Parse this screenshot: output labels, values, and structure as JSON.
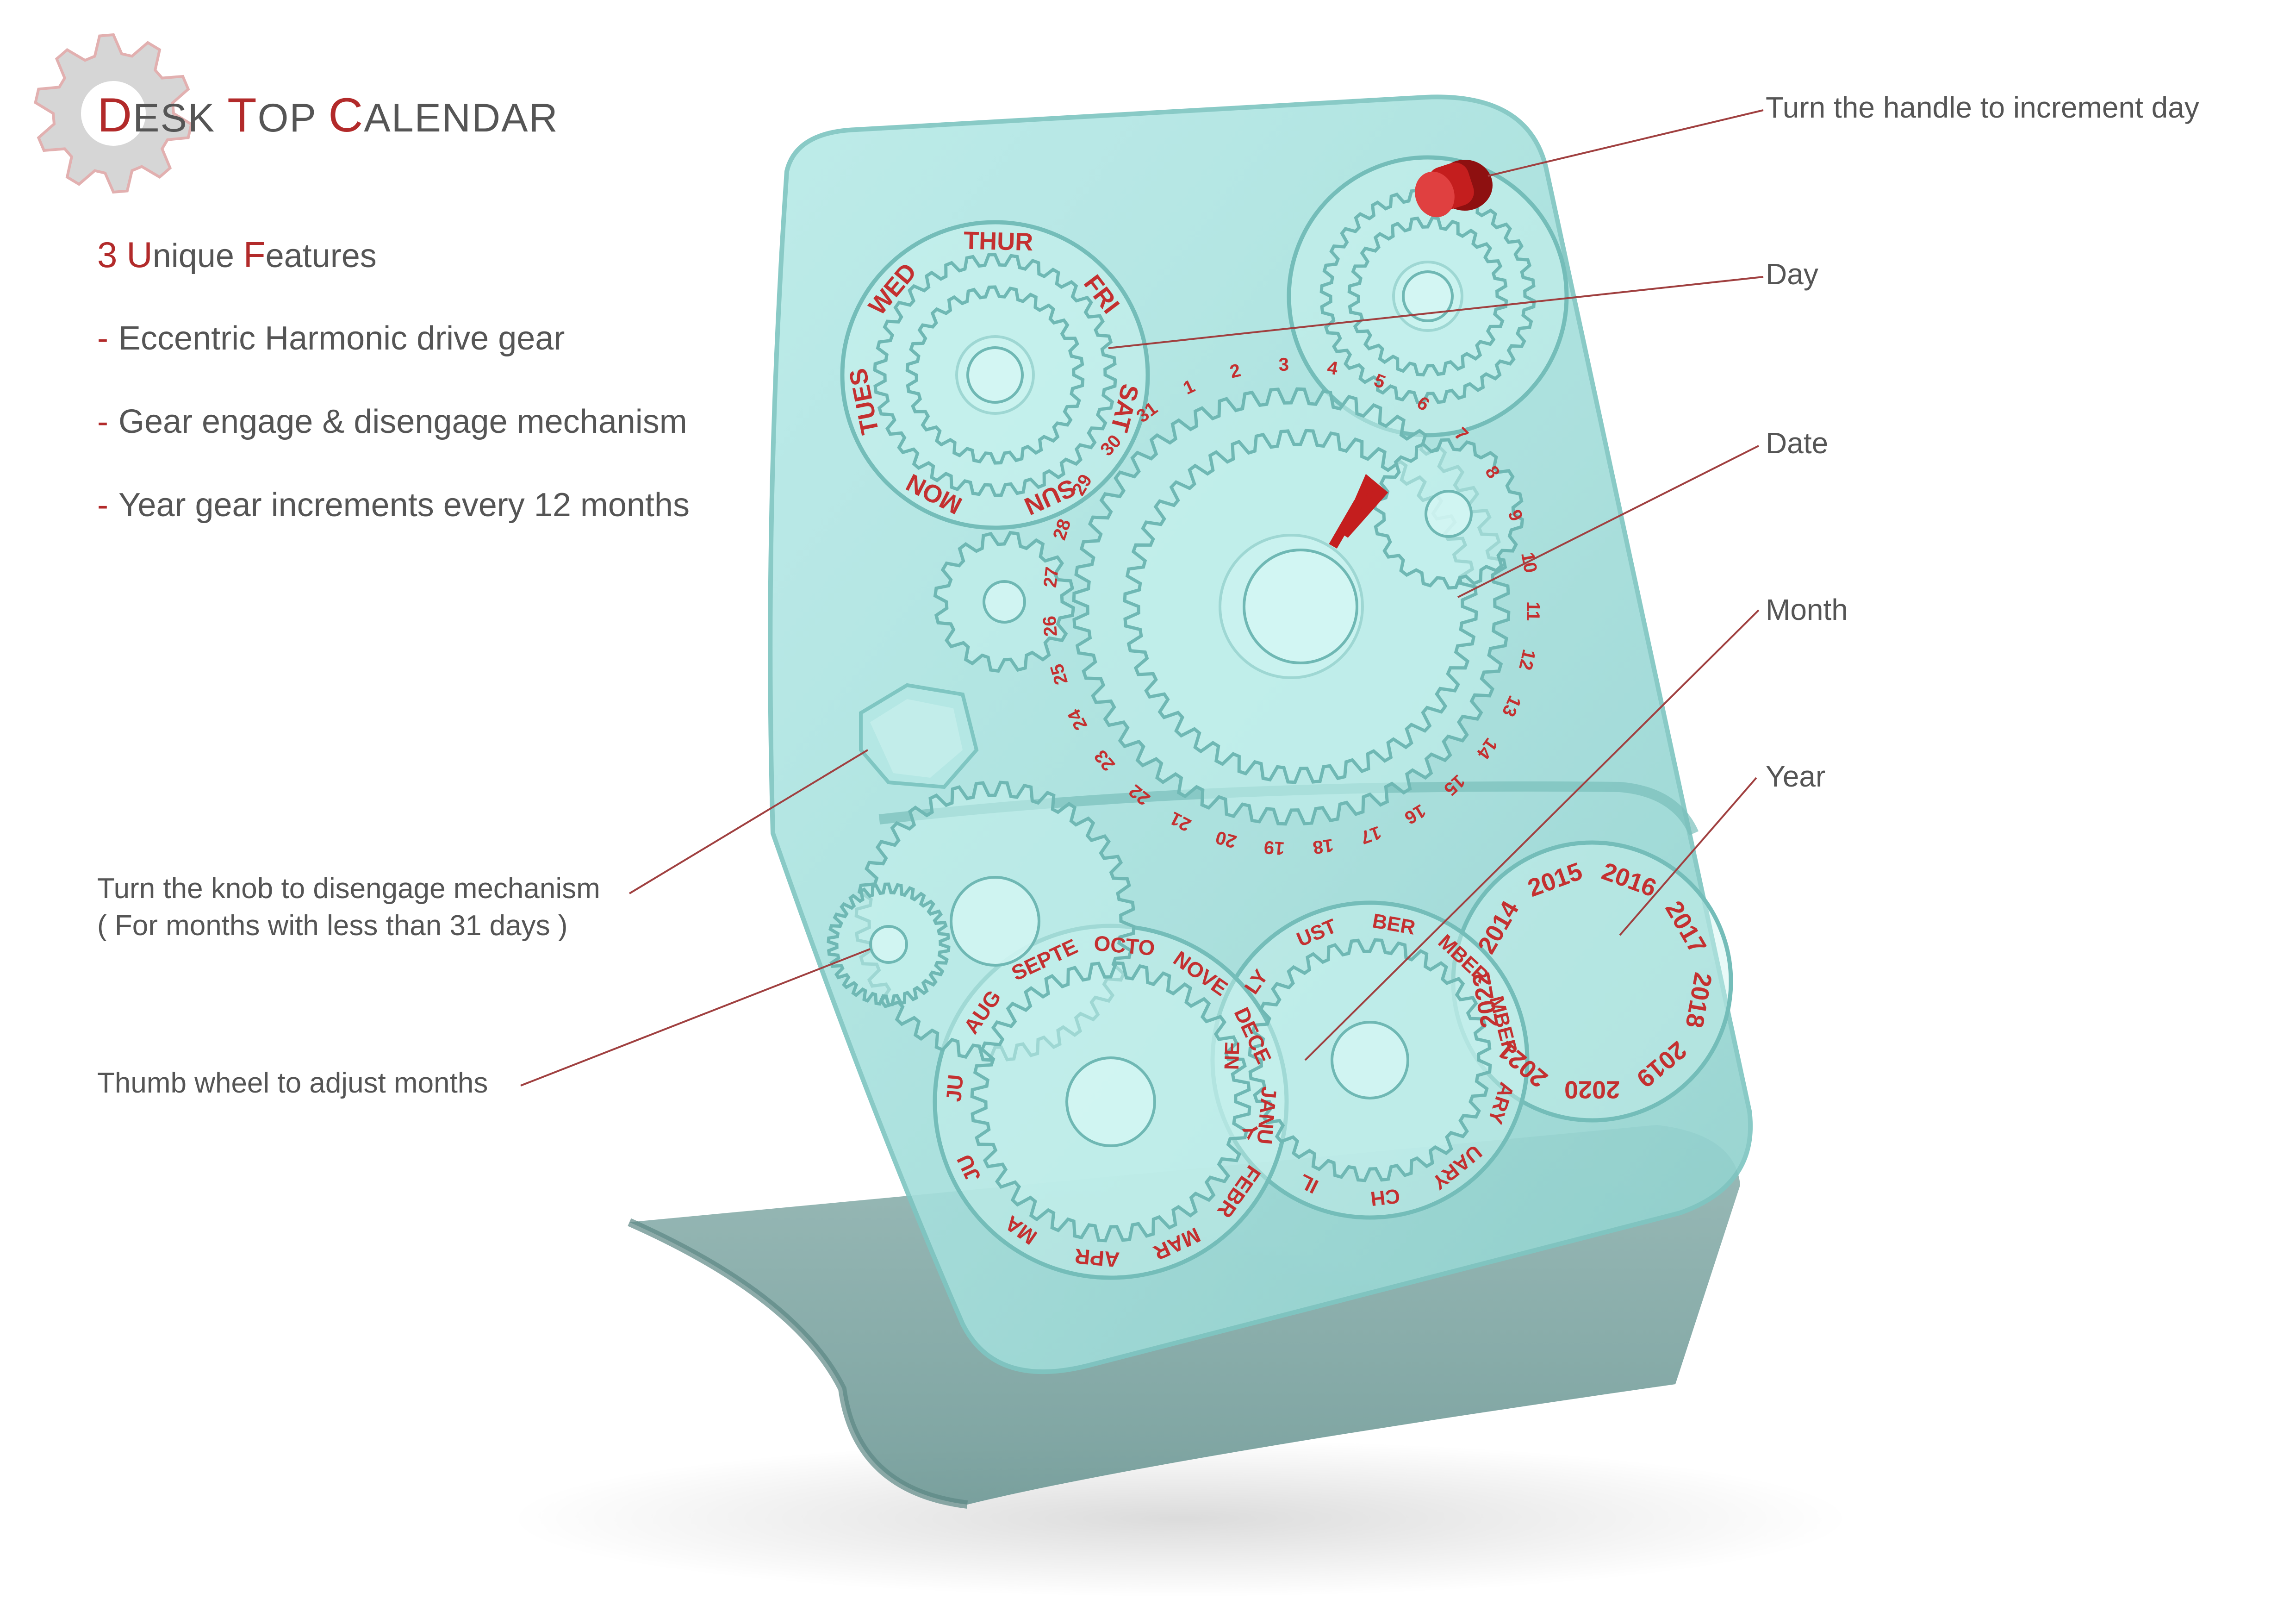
{
  "title": {
    "parts": [
      {
        "cap": "D",
        "rest": "ESK "
      },
      {
        "cap": "T",
        "rest": "OP "
      },
      {
        "cap": "C",
        "rest": "ALENDAR"
      }
    ]
  },
  "features_heading": {
    "parts": [
      {
        "cap": "3",
        "rest": " "
      },
      {
        "cap": "U",
        "rest": "nique "
      },
      {
        "cap": "F",
        "rest": "eatures"
      }
    ]
  },
  "features": [
    {
      "dash": "-",
      "text": "Eccentric Harmonic drive gear"
    },
    {
      "dash": "-",
      "text": "Gear engage & disengage mechanism"
    },
    {
      "dash": "-",
      "text": "Year gear increments every 12 months"
    }
  ],
  "callouts_right": [
    {
      "text": "Turn the handle to increment day"
    },
    {
      "text": "Day"
    },
    {
      "text": "Date"
    },
    {
      "text": "Month"
    },
    {
      "text": "Year"
    }
  ],
  "callouts_left": [
    {
      "line1": "Turn the knob to disengage mechanism",
      "line2": "( For months with less than 31 days )"
    },
    {
      "line1": "Thumb wheel to adjust months",
      "line2": ""
    }
  ],
  "day_labels": [
    "WED",
    "THUR",
    "FRI",
    "SAT",
    "SUN",
    "MON",
    "TUES"
  ],
  "date_labels": [
    "1",
    "2",
    "3",
    "4",
    "5",
    "6",
    "7",
    "8",
    "9",
    "10",
    "11",
    "12",
    "13",
    "14",
    "15",
    "16",
    "17",
    "18",
    "19",
    "20",
    "21",
    "22",
    "23",
    "24",
    "25",
    "26",
    "27",
    "28",
    "29",
    "30",
    "31"
  ],
  "month_labels_left": [
    "OCTO",
    "NOVE",
    "DECE",
    "JANU",
    "FEBR",
    "MAR",
    "APR",
    "MA",
    "JU",
    "JU",
    "AUG",
    "SEPTE"
  ],
  "month_labels_right": [
    "BER",
    "MBER",
    "MBER",
    "ARY",
    "UARY",
    "CH",
    "IL",
    "Y",
    "NE",
    "LY",
    "UST"
  ],
  "year_labels": [
    "2016",
    "2017",
    "2018",
    "2019",
    "2020",
    "2021",
    "2022",
    "2014",
    "2015"
  ],
  "colors": {
    "accent": "#b22a2a",
    "text": "#555555",
    "acrylic": "#a9e2df",
    "acrylic_edge": "#7fc6c2",
    "handle": "#c41e1e"
  },
  "icons": [
    "gear-icon"
  ]
}
